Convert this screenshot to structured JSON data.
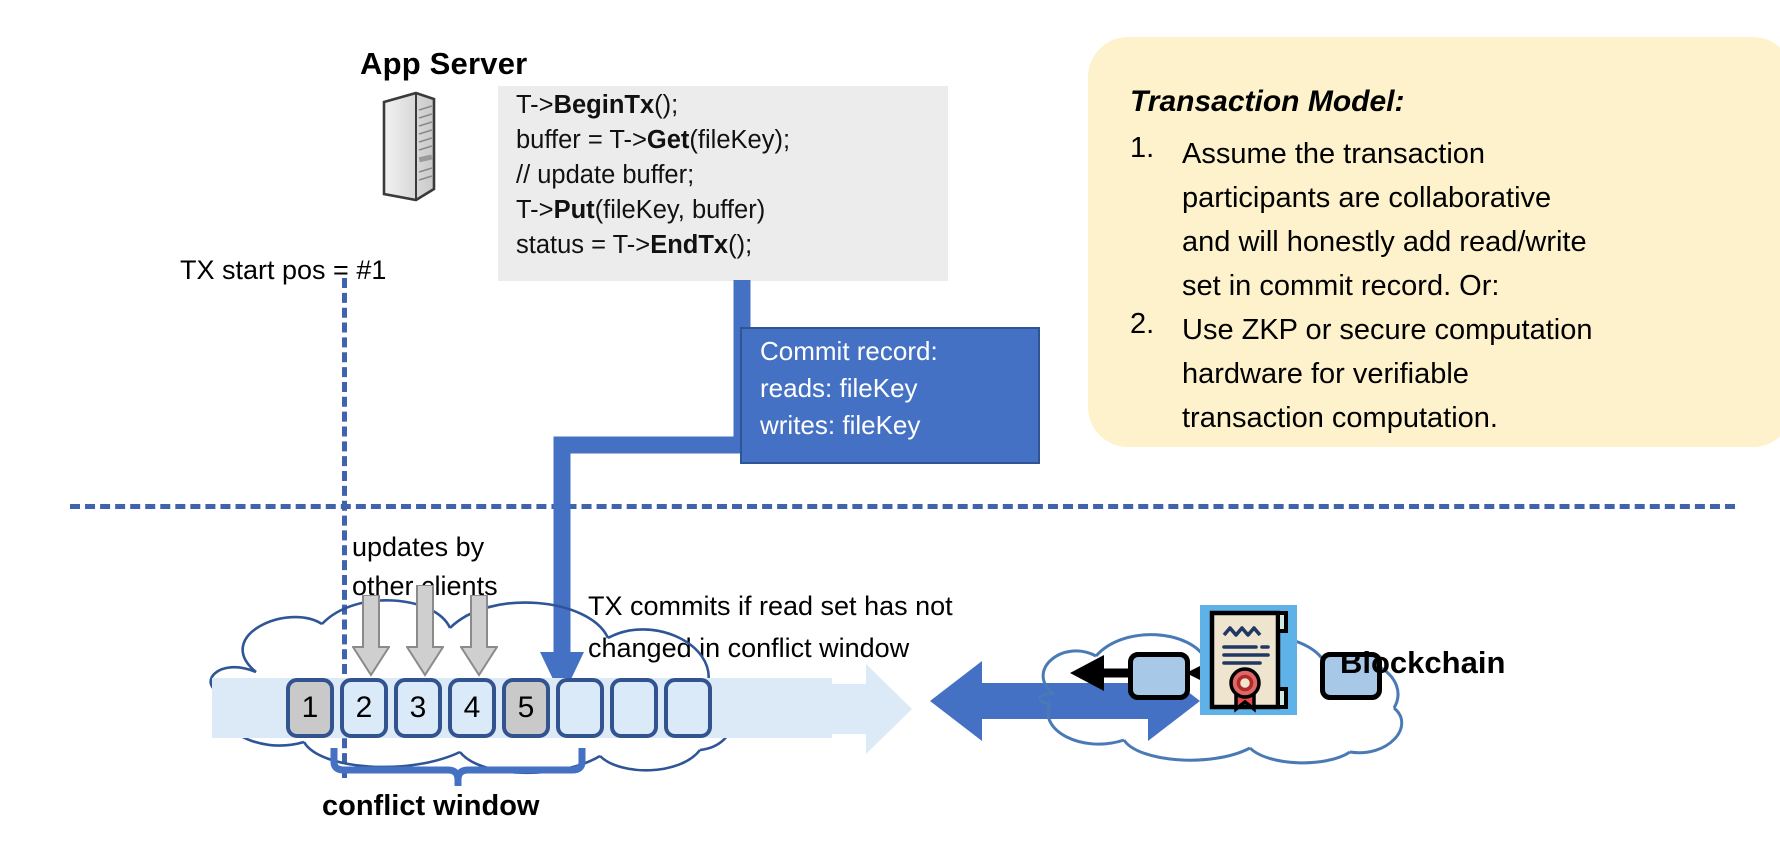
{
  "app_server": {
    "title": "App Server",
    "icon": "server-tower-icon",
    "code_lines": [
      {
        "plain1": "T->",
        "bold": "BeginTx",
        "plain2": "();"
      },
      {
        "plain1": "buffer = T->",
        "bold": "Get",
        "plain2": "(fileKey);"
      },
      {
        "plain1": "// update buffer;",
        "bold": "",
        "plain2": ""
      },
      {
        "plain1": "T->",
        "bold": "Put",
        "plain2": "(fileKey, buffer)"
      },
      {
        "plain1": "status = T->",
        "bold": "EndTx",
        "plain2": "();"
      }
    ]
  },
  "tx_start": {
    "label": "TX start pos = #1"
  },
  "commit_record": {
    "title": "Commit record:",
    "reads": "reads: fileKey",
    "writes": "writes: fileKey",
    "color": "#4471c4"
  },
  "transaction_model": {
    "title": "Transaction Model:",
    "bg_color": "#fdf2cc",
    "items": [
      {
        "num": "1.",
        "lines": [
          "Assume the transaction",
          "participants are collaborative",
          "and will honestly add read/write",
          "set in commit record.  Or:"
        ]
      },
      {
        "num": "2.",
        "lines": [
          "Use ZKP or secure computation",
          "hardware for verifiable",
          "transaction computation."
        ]
      }
    ]
  },
  "log": {
    "updates_label_lines": [
      "updates by",
      "other clients"
    ],
    "commit_note_lines": [
      "TX commits if read set has not",
      "changed in conflict window"
    ],
    "boxes": [
      {
        "label": "1",
        "state": "filled"
      },
      {
        "label": "2",
        "state": "empty"
      },
      {
        "label": "3",
        "state": "empty"
      },
      {
        "label": "4",
        "state": "empty"
      },
      {
        "label": "5",
        "state": "filled"
      },
      {
        "label": "",
        "state": "empty"
      },
      {
        "label": "",
        "state": "empty"
      },
      {
        "label": "",
        "state": "empty"
      }
    ],
    "conflict_window_label": "conflict window",
    "other_client_arrows": 3,
    "accent_color": "#4471c4"
  },
  "blockchain": {
    "label": "Blockchain",
    "icon": "certificate-icon",
    "block_count": 3
  }
}
